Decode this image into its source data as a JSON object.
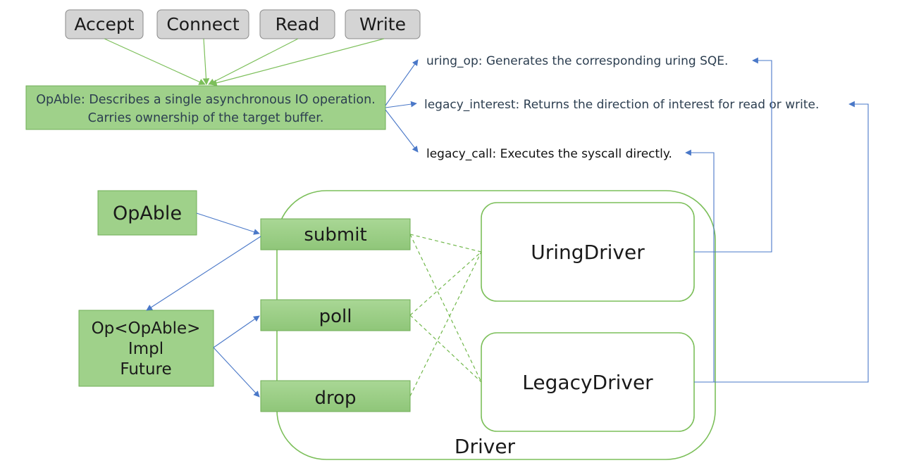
{
  "operations": {
    "accept": "Accept",
    "connect": "Connect",
    "read": "Read",
    "write": "Write"
  },
  "opable_description": {
    "line1": "OpAble: Describes a single asynchronous IO operation.",
    "line2": "Carries ownership of the target buffer."
  },
  "methods": {
    "uring_op": "uring_op: Generates the corresponding uring SQE.",
    "legacy_interest": "legacy_interest: Returns the direction of interest for read or write.",
    "legacy_call": "legacy_call: Executes the syscall directly."
  },
  "opable_box": "OpAble",
  "op_box": {
    "line1": "Op<OpAble>",
    "line2": "Impl",
    "line3": "Future"
  },
  "driver_functions": {
    "submit": "submit",
    "poll": "poll",
    "drop": "drop"
  },
  "drivers": {
    "uring": "UringDriver",
    "legacy": "LegacyDriver",
    "container": "Driver"
  },
  "colors": {
    "green_fill": "#9fd18a",
    "green_stroke": "#7cbf5a",
    "gray_fill": "#d4d4d4",
    "blue_arrow": "#4a78c8"
  }
}
